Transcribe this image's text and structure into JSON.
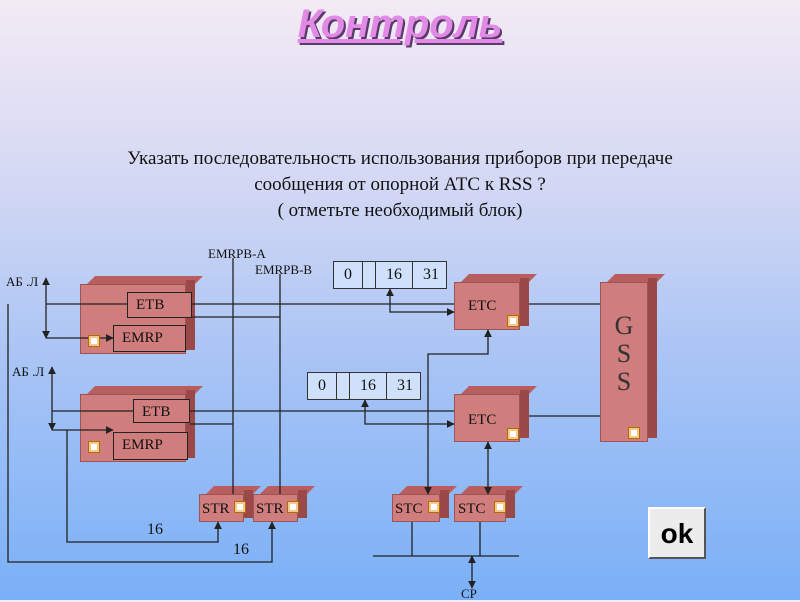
{
  "title": "Контроль",
  "question": {
    "line1": "Указать последовательность использования приборов при передаче",
    "line2": "сообщения от опорной АТС к RSS ?",
    "line3": "( отметьте необходимый блок)"
  },
  "labels": {
    "ab_l_1": "АБ .Л",
    "ab_l_2": "АБ .Л",
    "emrpb_a": "EMRPB-A",
    "emrpb_b": "EMRPB-B",
    "cp": "CP",
    "n16_1": "16",
    "n16_2": "16"
  },
  "timeslots": {
    "top": [
      "0",
      "",
      "16",
      "31"
    ],
    "bottom": [
      "0",
      "",
      "16",
      "31"
    ]
  },
  "blocks": {
    "etb1": "ETB",
    "emrp1": "EMRP",
    "etb2": "ETB",
    "emrp2": "EMRP",
    "etc1": "ETC",
    "etc2": "ETC",
    "gss": [
      "G",
      "S",
      "S"
    ],
    "str1": "STR",
    "str2": "STR",
    "stc1": "STC",
    "stc2": "STC"
  },
  "ok_label": "ok"
}
